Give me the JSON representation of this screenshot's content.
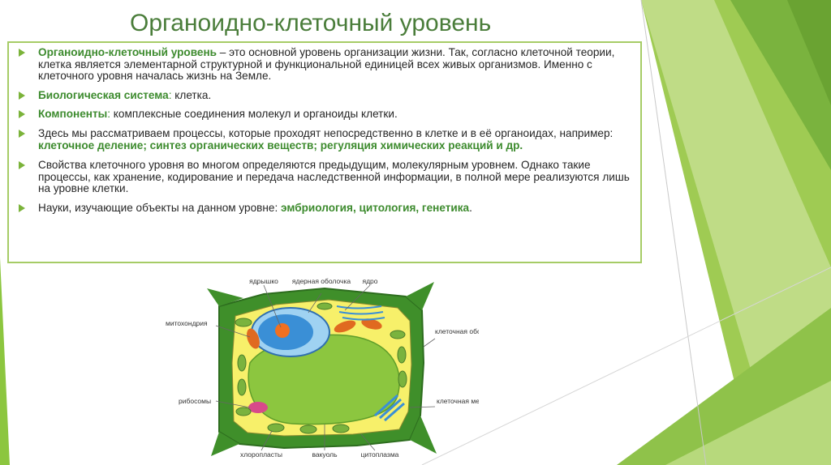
{
  "slide": {
    "title": "Органоидно-клеточный уровень"
  },
  "bullets": [
    {
      "head": "Органоидно-клеточный уровень",
      "text": " – это основной уровень организации жизни. Так, согласно клеточной теории, клетка является элементарной структурной и функциональной единицей всех живых организмов. Именно с клеточного уровня началась жизнь на Земле."
    },
    {
      "head": "Биологическая система",
      "sep": ":",
      "text": " клетка."
    },
    {
      "head": "Компоненты",
      "sep": ":",
      "text": " комплексные соединения молекул и органоиды клетки."
    },
    {
      "text": "Здесь мы рассматриваем процессы, которые проходят непосредственно в клетке и в её органоидах, например: ",
      "tail": "клеточное деление; синтез органических веществ; регуляция химических реакций и др."
    },
    {
      "text": "Свойства клеточного уровня во многом определяются предыдущим, молекулярным уровнем. Однако такие процессы, как хранение, кодирование и передача наследственной информации, в полной мере реализуются лишь на уровне клетки."
    },
    {
      "text": "Науки, изучающие объекты на данном уровне: ",
      "tail": "эмбриология, цитология, генетика",
      "end": "."
    }
  ],
  "diagram": {
    "labels": {
      "nucleolus": "ядрышко",
      "nuclear_envelope": "ядерная оболочка",
      "nucleus": "ядро",
      "mitochondria": "митохондрия",
      "cell_wall": "клеточная оболочка",
      "ribosomes": "рибосомы",
      "cell_membrane": "клеточная мембрана",
      "chloroplasts": "хлоропласты",
      "vacuole": "вакуоль",
      "cytoplasm": "цитоплазма"
    }
  },
  "colors": {
    "title": "#4a7d3a",
    "accent_green": "#7bb33a",
    "highlight": "#3d8b2e",
    "box_border": "#a6cc66",
    "cell_wall": "#3f8f2a",
    "cytoplasm": "#f7f06a",
    "vacuole": "#8cc63f",
    "nucleus": "#3a8fd6",
    "mitochondria": "#e06a20"
  }
}
